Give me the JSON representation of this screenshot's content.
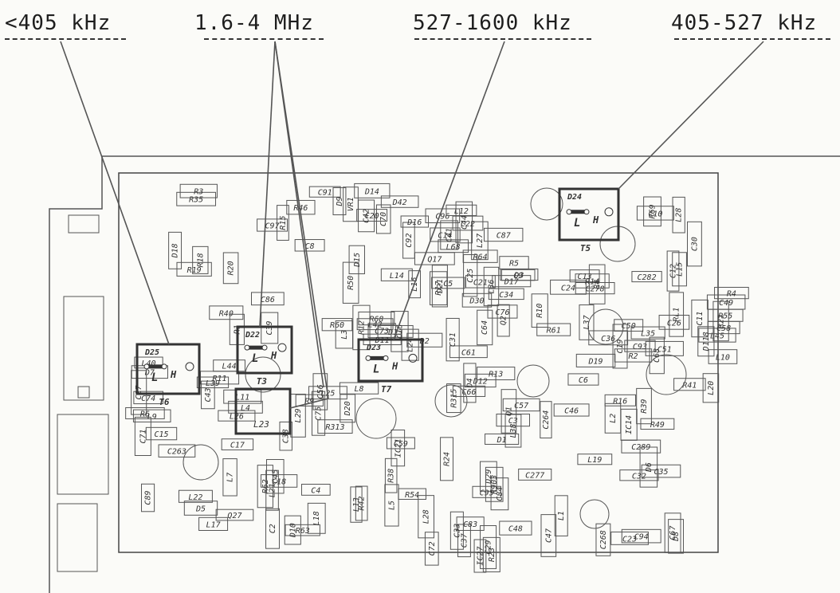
{
  "bands": [
    {
      "label": "<405 kHz"
    },
    {
      "label": "1.6-4 MHz"
    },
    {
      "label": "527-1600 kHz"
    },
    {
      "label": "405-527 kHz"
    }
  ],
  "coils": [
    {
      "ref": "T6",
      "diode": "D25",
      "low": "L",
      "high": "H"
    },
    {
      "ref": "T3",
      "diode": "D22",
      "low": "L",
      "high": "H"
    },
    {
      "ref": "T7",
      "diode": "D23",
      "low": "L",
      "high": "H"
    },
    {
      "ref": "T5",
      "diode": "D24",
      "low": "L",
      "high": "H"
    }
  ],
  "coil_extra": {
    "label": "L23"
  },
  "components": [
    "C97",
    "VR1",
    "C92",
    "R64",
    "R69",
    "C86",
    "Q17",
    "D30",
    "C278",
    "R55",
    "R60",
    "R68",
    "R61",
    "C93",
    "L45",
    "C71",
    "L44",
    "C75",
    "R315",
    "R39",
    "C89",
    "R62",
    "R54",
    "D29",
    "R49",
    "Q27",
    "R42",
    "C83",
    "C94",
    "R46",
    "C91",
    "C96",
    "C87",
    "RL1",
    "R50",
    "D21",
    "L36",
    "L37",
    "C58",
    "L42",
    "C73",
    "C76",
    "D19",
    "R41",
    "C74",
    "C43",
    "L29",
    "C66",
    "C264",
    "C263",
    "C45",
    "C95",
    "C84",
    "C289",
    "R63",
    "C72",
    "C48",
    "D8",
    "R35",
    "C70",
    "L12",
    "L27",
    "L28",
    "R20",
    "L16",
    "C34",
    "C24",
    "C49",
    "L3",
    "D13",
    "D4",
    "C50",
    "C68",
    "L40",
    "L39",
    "C56",
    "C57",
    "C46",
    "L22",
    "L21",
    "R38",
    "L38",
    "L19",
    "D10",
    "C37",
    "R23",
    "C23",
    "R15",
    "D9",
    "C22",
    "C25",
    "C10",
    "C8",
    "L68",
    "C9",
    "R8",
    "R21",
    "R40",
    "L24",
    "C61",
    "C36",
    "C51",
    "D7",
    "L11",
    "D20",
    "C3",
    "C6",
    "C15",
    "C38",
    "IC21",
    "R903",
    "C35",
    "L17",
    "L28",
    "C29",
    "C67",
    "D14",
    "D42",
    "C14",
    "C44",
    "C12",
    "R18",
    "L14",
    "R10",
    "C13",
    "C26",
    "C39",
    "D11",
    "C64",
    "L35",
    "L20",
    "C27",
    "L26",
    "L25",
    "D12",
    "L2",
    "L7",
    "C18",
    "L5",
    "C277",
    "D6",
    "L18",
    "L13",
    "IC27",
    "C268",
    "D18",
    "C20",
    "D16",
    "C21",
    "C30",
    "D15",
    "R17",
    "D17",
    "R14",
    "R4",
    "R1",
    "D2",
    "Q2",
    "C19",
    "L10",
    "L9",
    "R11",
    "R9",
    "Q1",
    "IC14",
    "D5",
    "R313",
    "R24",
    "D1",
    "C32",
    "C2",
    "C33",
    "C47",
    "L1",
    "R3",
    "C42",
    "C41",
    "R5",
    "L15",
    "R19",
    "C5",
    "D3",
    "C282",
    "C11",
    "R12",
    "C16",
    "C31",
    "R2",
    "D118",
    "R6",
    "L4",
    "L8",
    "R13",
    "R16",
    "C17",
    "C4",
    "C59"
  ]
}
